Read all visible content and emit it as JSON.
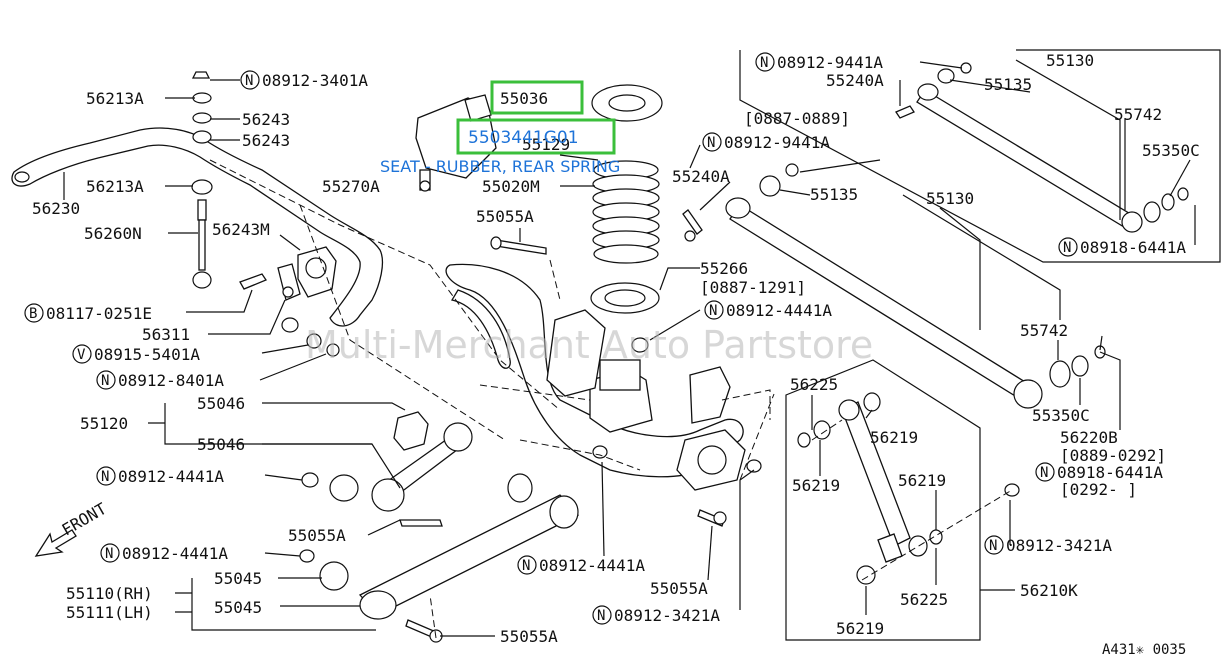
{
  "watermark": "Multi-Merchant Auto Partstore",
  "diagram_code": "A431✳ 0035",
  "front_label": "FRONT",
  "highlight": {
    "part_a": "55036",
    "part_b": "5503441G01",
    "tooltip": "SEAT - RUBBER, REAR SPRING",
    "accent_color": "#3bbf3b",
    "text_color": "#1e73d8"
  },
  "labels": {
    "l01": "N08912-3401A",
    "l02": "56213A",
    "l03": "56243",
    "l04": "56243",
    "l05": "56230",
    "l06": "56213A",
    "l07": "55270A",
    "l08": "56260N",
    "l09": "56243M",
    "l10": "B08117-0251E",
    "l11": "56311",
    "l12": "V08915-5401A",
    "l13": "N08912-8401A",
    "l14": "55046",
    "l15": "55120",
    "l16": "55046",
    "l17": "N08912-4441A",
    "l18": "55055A",
    "l19": "N08912-4441A",
    "l20": "55045",
    "l21": "55110(RH)",
    "l22": "55111(LH)",
    "l23": "55045",
    "l24": "55055A",
    "l25": "55129",
    "l26": "55020M",
    "l27": "55055A",
    "l28": "55266",
    "l29": "[0887-1291]",
    "l30": "N08912-4441A",
    "l31": "N08912-9441A",
    "l32": "55240A",
    "l33": "[0887-0889]",
    "l34": "55130",
    "l35": "55135",
    "l36": "55742",
    "l37": "55350C",
    "l38": "N08918-6441A",
    "l39": "N08912-9441A",
    "l40": "55240A",
    "l41": "55135",
    "l42": "55130",
    "l43": "55742",
    "l44": "55350C",
    "l45": "56220B",
    "l46": "[0889-0292]",
    "l47": "N08918-6441A",
    "l48": "[0292-    ]",
    "l49": "56225",
    "l50": "56219",
    "l51": "56219",
    "l52": "56219",
    "l53": "N08912-3421A",
    "l54": "56225",
    "l55": "56210K",
    "l56": "56219",
    "l57": "N08912-4441A",
    "l58": "55055A",
    "l59": "N08912-3421A"
  }
}
